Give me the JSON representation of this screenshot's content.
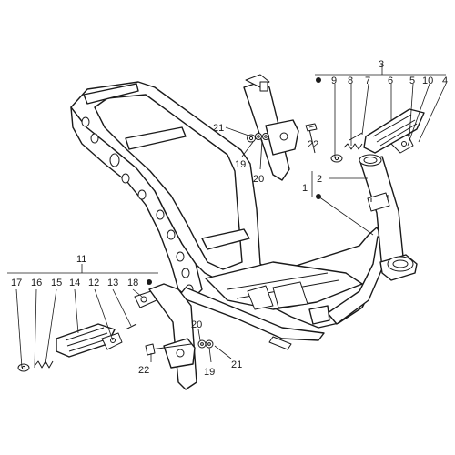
{
  "diagram": {
    "labels": {
      "n1": "1",
      "n2": "2",
      "n3": "3",
      "n4": "4",
      "n5": "5",
      "n6": "6",
      "n7": "7",
      "n8": "8",
      "n9": "9",
      "n10": "10",
      "n11": "11",
      "n12": "12",
      "n13": "13",
      "n14": "14",
      "n15": "15",
      "n16": "16",
      "n17": "17",
      "n18": "18",
      "n19a": "19",
      "n19b": "19",
      "n20a": "20",
      "n20b": "20",
      "n21a": "21",
      "n21b": "21",
      "n22a": "22",
      "n22b": "22"
    }
  }
}
